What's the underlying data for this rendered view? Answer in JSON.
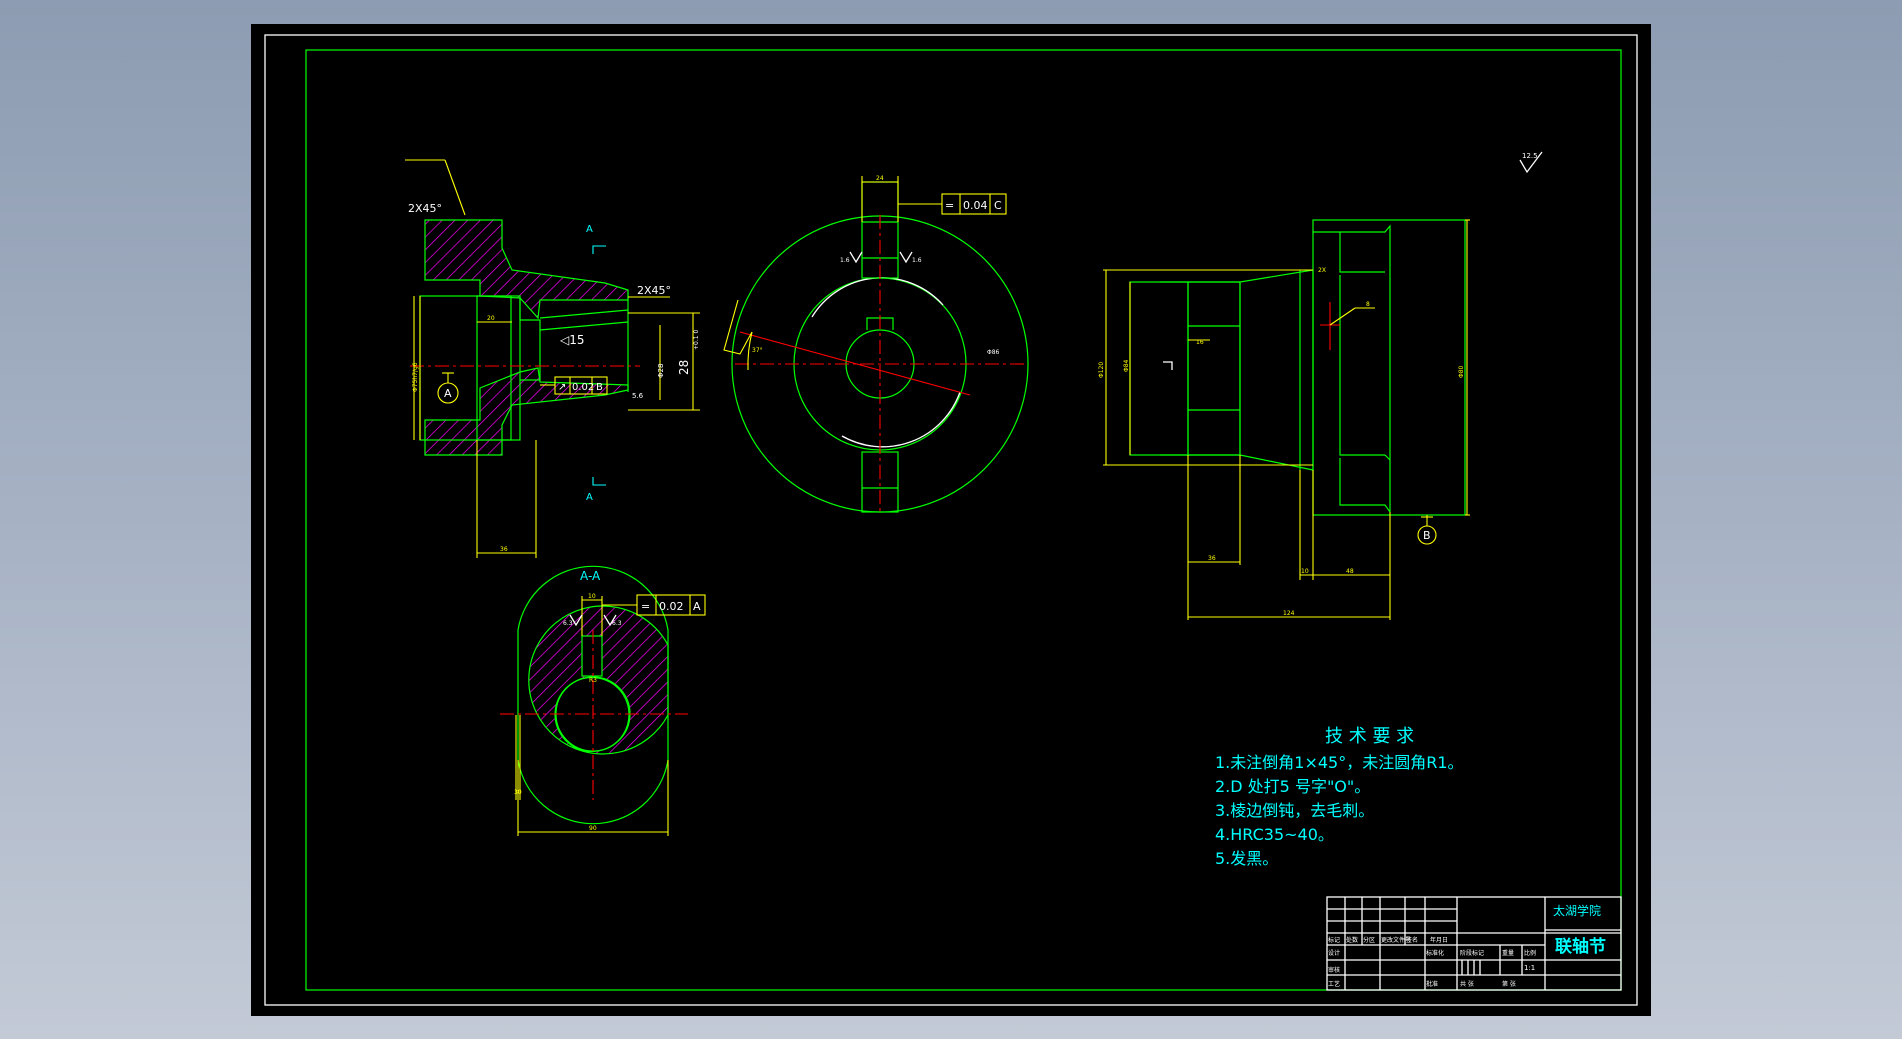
{
  "colors": {
    "paper": "#000000",
    "outline": "#00ff00",
    "dimension": "#ffff00",
    "centerline": "#ff0000",
    "annotation": "#00ffff",
    "frame": "#ffffff",
    "hatch": "#ff00ff"
  },
  "section_marks": {
    "a_top": "A",
    "a_bottom": "A",
    "section_title": "A-A"
  },
  "left_view": {
    "chamfer_top": "2X45°",
    "chamfer_right": "2X45°",
    "taper": "◁15",
    "tolerance_box": [
      "↗",
      "0.02",
      "B"
    ],
    "datum": "A",
    "dim_28": "28",
    "dim_28_tol": "+0.1 0",
    "dim_20": "20",
    "dim_36": "36",
    "roughness": "5.6",
    "dia_label": "Φ28",
    "vertical_dim": "Φ75h7/g6"
  },
  "front_view": {
    "dim_24": "24",
    "tolerance_box": [
      "=",
      "0.04",
      "C"
    ],
    "angle": "37°",
    "dia_label": "Φ86",
    "r1": "1.6",
    "r2": "1.6"
  },
  "right_view": {
    "dim_top": "2X",
    "dia_left": "Φ120",
    "dia_mid": "Φ84",
    "dia_right": "Φ80",
    "dim_36": "36",
    "dim_10": "10",
    "dim_48": "48",
    "dim_124": "124",
    "key_label": "16",
    "leader_label": "8",
    "datum": "B",
    "roughness_corner": "12.5"
  },
  "section_view": {
    "title": "A-A",
    "dim_10": "10",
    "tolerance_box": [
      "=",
      "0.02",
      "A"
    ],
    "dim_90": "90",
    "roughness_l": "6.3",
    "roughness_r": "6.3",
    "dim_side": "30",
    "dim_key": "R3"
  },
  "tech_requirements": {
    "title": "技 术 要 求",
    "items": [
      "1.未注倒角1×45°，未注圆角R1。",
      "2.D 处打5 号字\"O\"。",
      "3.棱边倒钝，去毛刺。",
      "4.HRC35~40。",
      "5.发黑。"
    ]
  },
  "title_block": {
    "school": "太湖学院",
    "part_name": "联轴节",
    "label_mark": "标记",
    "label_count": "处数",
    "label_zone": "分区",
    "label_doc": "更改文件号",
    "label_sign": "签名",
    "label_date": "年月日",
    "label_design": "设计",
    "label_std": "标准化",
    "label_stage": "阶段标记",
    "label_weight": "重量",
    "label_scale": "比例",
    "label_check": "审核",
    "label_process": "工艺",
    "label_approve": "批准",
    "label_sheet": "共 张",
    "label_sheet2": "第 张",
    "scale_value": "1:1"
  }
}
